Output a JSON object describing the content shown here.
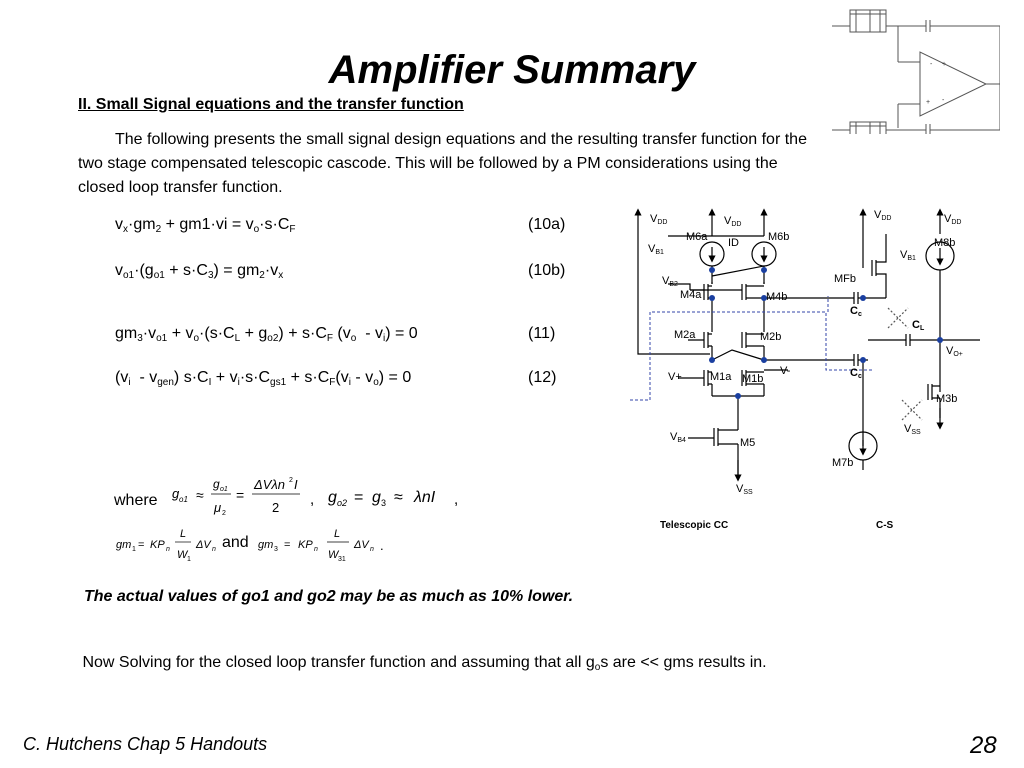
{
  "title": "Amplifier Summary",
  "section": "II. Small Signal equations and the transfer function",
  "intro": "The following presents the small signal design equations and the resulting transfer function for the two stage compensated telescopic cascode. This will be followed by a PM considerations using the closed loop transfer function.",
  "equations": [
    {
      "number": "(10a)"
    },
    {
      "number": "(10b)"
    },
    {
      "number": "(11)"
    },
    {
      "number": "(12)"
    }
  ],
  "where_label": "where",
  "and_label": "and",
  "note": "The actual values of go1 and go2 may be as much as 10% lower.",
  "closing": {
    "prefix": "Now Solving for the closed loop transfer function and assuming that all g",
    "sub": "o",
    "suffix": "s are << gms results in."
  },
  "footer": {
    "left": "C. Hutchens Chap 5 Handouts",
    "page": "28"
  },
  "schematic": {
    "caption_left": "Telescopic CC",
    "caption_right": "C-S",
    "labels": {
      "vdd": "V",
      "vdd_sub": "DD",
      "vb1": "V",
      "vb1_sub": "B1",
      "vb2": "V",
      "vb2_sub": "B2",
      "vb4": "V",
      "vb4_sub": "B4",
      "vss": "V",
      "vss_sub": "SS",
      "m6a": "M6a",
      "m6b": "M6b",
      "id": "ID",
      "m4a": "M4a",
      "m4b": "M4b",
      "m2a": "M2a",
      "m2b": "M2b",
      "m1a": "M1a",
      "m1b": "M1b",
      "m5": "M5",
      "mfb": "MFb",
      "m8b": "M8b",
      "m3b": "M3b",
      "m7b": "M7b",
      "cc": "C",
      "cc_sub": "c",
      "cl": "C",
      "cl_sub": "L",
      "vo": "V",
      "vo_sub": "O+",
      "vplus": "V+",
      "vminus": "V-"
    }
  }
}
